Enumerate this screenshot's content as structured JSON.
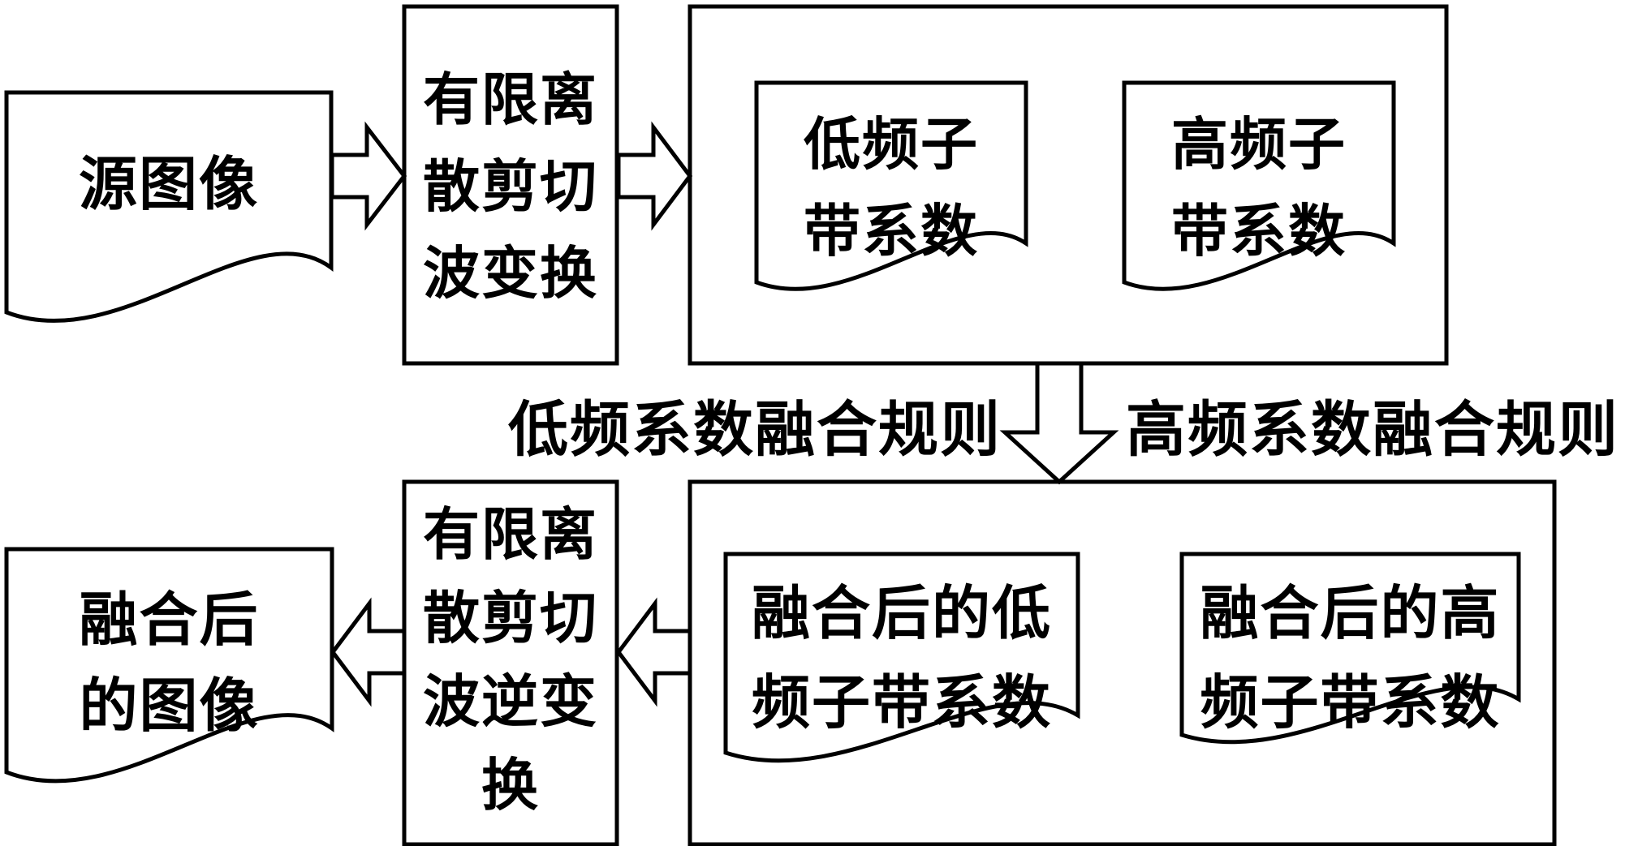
{
  "diagram": {
    "description": "FDST image fusion flowchart",
    "colors": {
      "stroke": "#000000",
      "fill": "#ffffff",
      "background": "#ffffff"
    },
    "source_image": {
      "label": "源图像"
    },
    "fdst": {
      "label": "有限离\n散剪切\n波变换"
    },
    "low_subband": {
      "label": "低频子\n带系数"
    },
    "high_subband": {
      "label": "高频子\n带系数"
    },
    "low_rule": {
      "label": "低频系数融合规则"
    },
    "high_rule": {
      "label": "高频系数融合规则"
    },
    "fused_low_subband": {
      "label": "融合后的低\n频子带系数"
    },
    "fused_high_subband": {
      "label": "融合后的高\n频子带系数"
    },
    "inverse_fdst": {
      "label": "有限离\n散剪切\n波逆变\n换"
    },
    "fused_image": {
      "label": "融合后\n的图像"
    }
  }
}
